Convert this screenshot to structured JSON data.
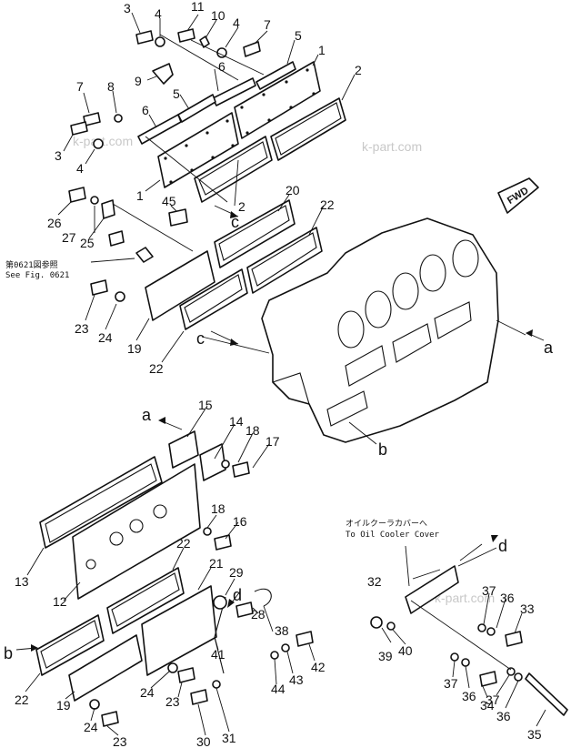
{
  "diagram": {
    "part_numbers": {
      "n1": "1",
      "n2": "2",
      "n3": "3",
      "n4": "4",
      "n5": "5",
      "n6": "6",
      "n7": "7",
      "n8": "8",
      "n9": "9",
      "n10": "10",
      "n11": "11",
      "n12": "12",
      "n13": "13",
      "n14": "14",
      "n15": "15",
      "n16": "16",
      "n17": "17",
      "n18": "18",
      "n19": "19",
      "n20": "20",
      "n21": "21",
      "n22": "22",
      "n23": "23",
      "n24": "24",
      "n25": "25",
      "n26": "26",
      "n27": "27",
      "n28": "28",
      "n29": "29",
      "n30": "30",
      "n31": "31",
      "n32": "32",
      "n33": "33",
      "n34": "34",
      "n35": "35",
      "n36": "36",
      "n37": "37",
      "n38": "38",
      "n39": "39",
      "n40": "40",
      "n41": "41",
      "n42": "42",
      "n43": "43",
      "n44": "44",
      "n45": "45"
    },
    "ref_letters": {
      "a": "a",
      "b": "b",
      "c": "c",
      "d": "d"
    },
    "fwd_label": "FWD",
    "note_fig_jp": "第0621図参照",
    "note_fig_en": "See Fig. 0621",
    "note_oil_jp": "オイルクーラカバーへ",
    "note_oil_en": "To Oil Cooler Cover",
    "watermark": "k-part.com"
  }
}
